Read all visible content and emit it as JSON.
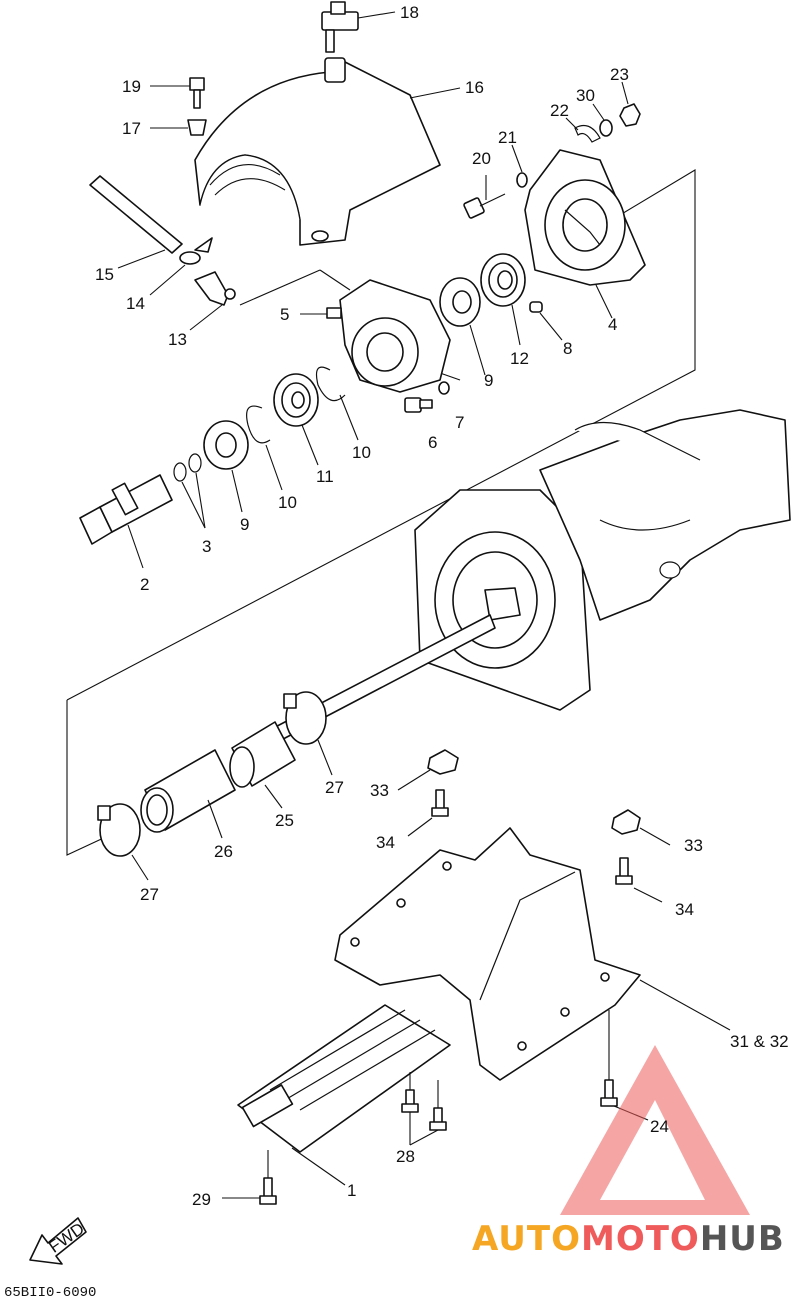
{
  "diagram": {
    "code": "65BII0-6090",
    "fwd_label": "FWD",
    "callouts": {
      "c1": "1",
      "c2": "2",
      "c3": "3",
      "c4": "4",
      "c5": "5",
      "c6": "6",
      "c7": "7",
      "c8": "8",
      "c9a": "9",
      "c9b": "9",
      "c10a": "10",
      "c10b": "10",
      "c11": "11",
      "c12": "12",
      "c13": "13",
      "c14": "14",
      "c15": "15",
      "c16": "16",
      "c17": "17",
      "c18": "18",
      "c19": "19",
      "c20": "20",
      "c21": "21",
      "c22": "22",
      "c23": "23",
      "c24": "24",
      "c25": "25",
      "c26": "26",
      "c27a": "27",
      "c27b": "27",
      "c28": "28",
      "c29": "29",
      "c30": "30",
      "c3132": "31 & 32",
      "c33a": "33",
      "c33b": "33",
      "c34a": "34",
      "c34b": "34"
    }
  },
  "watermark": {
    "brand_part1": "AUTO",
    "brand_part2": "MOTO",
    "brand_part3": "HUB",
    "color_part1": "#f5a623",
    "color_part2": "#ef5b5b",
    "color_part3": "#555555"
  }
}
